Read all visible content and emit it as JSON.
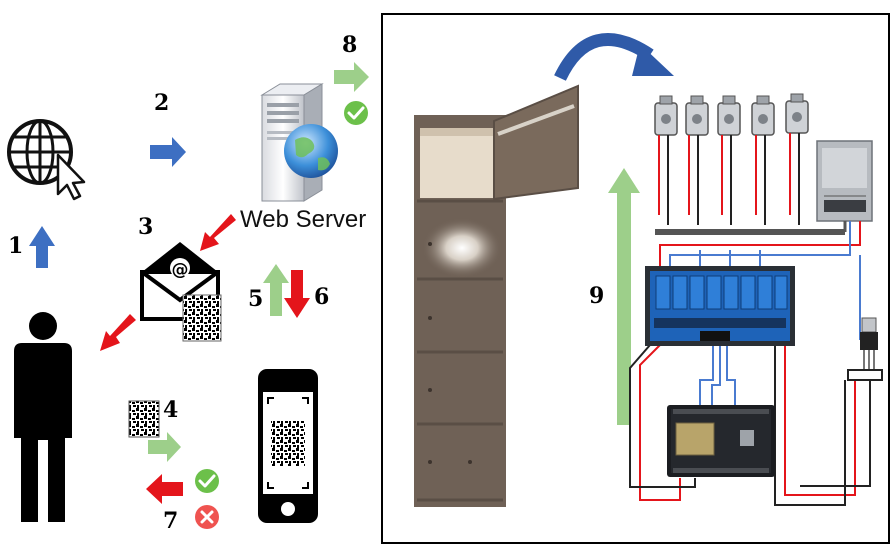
{
  "server": {
    "label": "Web Server"
  },
  "steps": {
    "s1": "1",
    "s2": "2",
    "s3": "3",
    "s4": "4",
    "s5": "5",
    "s6": "6",
    "s7": "7",
    "s8": "8",
    "s9": "9"
  },
  "colors": {
    "blue_arrow": "#3d6fc2",
    "red_arrow": "#e4151b",
    "green_arrow": "#9dcf8a",
    "check": "#6cc04a",
    "cross": "#ef5350",
    "wood": "#6f6156",
    "relay_blue": "#1e63b8",
    "frame": "#000000"
  },
  "icons": [
    "globe-cursor-icon",
    "server-icon",
    "email-qr-icon",
    "person-icon",
    "qr-code-icon",
    "smartphone-qr-icon",
    "check-icon",
    "cross-icon"
  ]
}
